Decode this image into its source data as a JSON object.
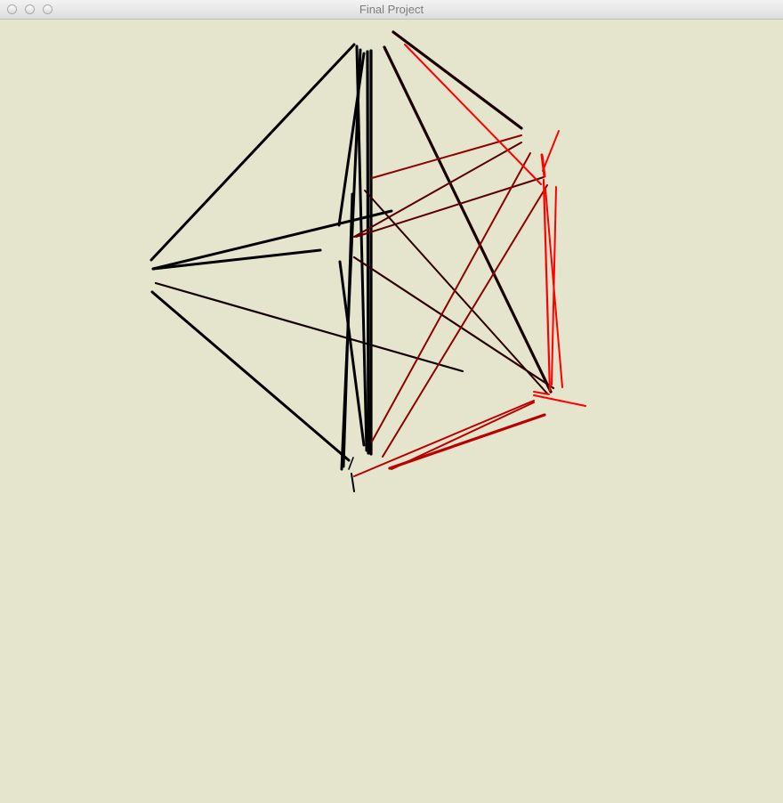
{
  "window": {
    "title": "Final Project",
    "background_color": "#e5e4cd",
    "controls": [
      {
        "name": "close-button",
        "icon": "close-icon"
      },
      {
        "name": "minimize-button",
        "icon": "minimize-icon"
      },
      {
        "name": "zoom-button",
        "icon": "zoom-icon"
      }
    ]
  },
  "sketch": {
    "colors": [
      "#000000",
      "#2a0000",
      "#5b0000",
      "#8f0000",
      "#bb0000",
      "#e40000",
      "#ff0000"
    ]
  }
}
